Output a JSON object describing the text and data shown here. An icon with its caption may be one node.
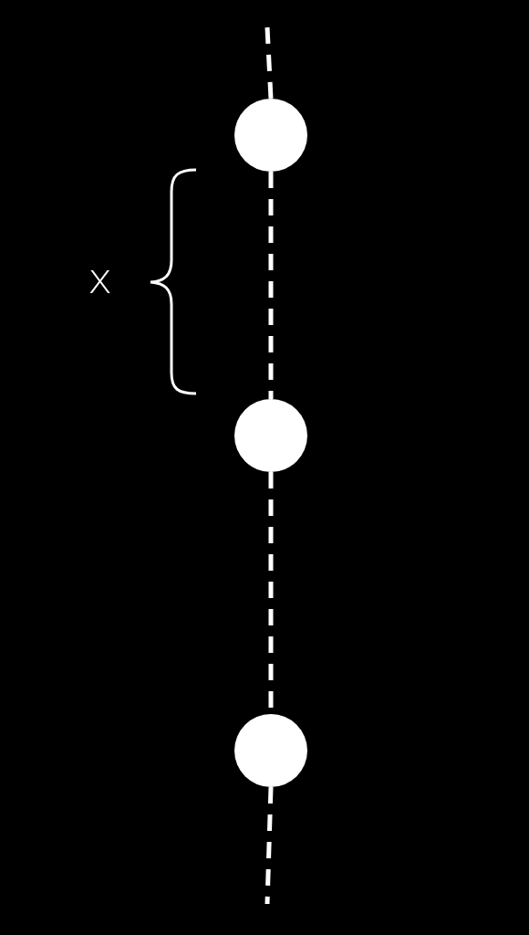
{
  "diagram": {
    "nodes": [
      {
        "text": [],
        "shape": "circle"
      },
      {
        "text": [],
        "shape": "circle"
      },
      {
        "text": [],
        "shape": "circle"
      }
    ],
    "edges": [
      {
        "from": null,
        "to": 0,
        "arrow": "none",
        "style": "dashed"
      },
      {
        "from": 0,
        "to": 1,
        "arrow": "none",
        "style": "dashed"
      },
      {
        "from": 1,
        "to": 2,
        "arrow": "none",
        "style": "dashed"
      },
      {
        "from": 2,
        "to": null,
        "arrow": "none",
        "style": "dashed"
      }
    ],
    "labels": [
      "x"
    ]
  }
}
